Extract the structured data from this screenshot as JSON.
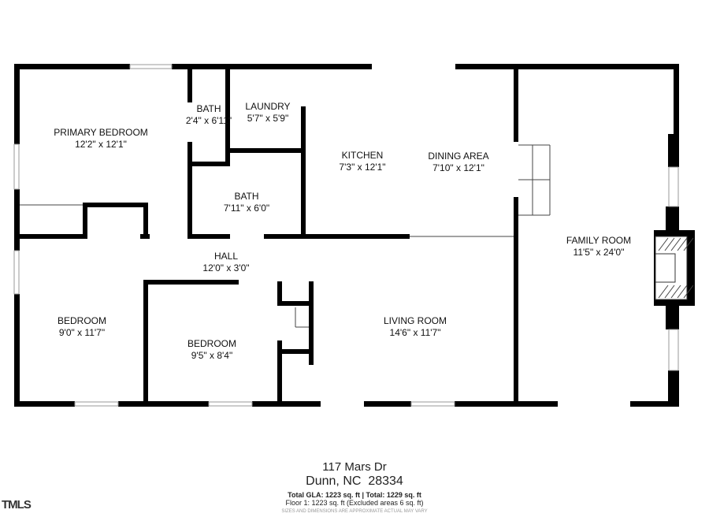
{
  "rooms": [
    {
      "name": "PRIMARY BEDROOM",
      "size": "12'2\" x 12'1\""
    },
    {
      "name": "BATH",
      "size": "2'4\" x 6'11\""
    },
    {
      "name": "LAUNDRY",
      "size": "5'7\" x 5'9\""
    },
    {
      "name": "KITCHEN",
      "size": "7'3\" x 12'1\""
    },
    {
      "name": "DINING AREA",
      "size": "7'10\" x 12'1\""
    },
    {
      "name": "BATH",
      "size": "7'11\" x 6'0\""
    },
    {
      "name": "HALL",
      "size": "12'0\" x 3'0\""
    },
    {
      "name": "FAMILY ROOM",
      "size": "11'5\" x 24'0\""
    },
    {
      "name": "BEDROOM",
      "size": "9'0\" x 11'7\""
    },
    {
      "name": "BEDROOM",
      "size": "9'5\" x 8'4\""
    },
    {
      "name": "LIVING ROOM",
      "size": "14'6\" x 11'7\""
    }
  ],
  "footer": {
    "street": "117 Mars Dr",
    "city": "Dunn, NC  28334",
    "totals": "Total GLA: 1223 sq. ft | Total: 1229 sq. ft",
    "floor": "Floor 1: 1223 sq. ft (Excluded areas 6 sq. ft)",
    "disclaimer": "SIZES AND DIMENSIONS ARE APPROXIMATE ACTUAL MAY VARY"
  },
  "logo": "TMLS",
  "colors": {
    "wall": "#000000",
    "window": "#bbbbbb"
  }
}
